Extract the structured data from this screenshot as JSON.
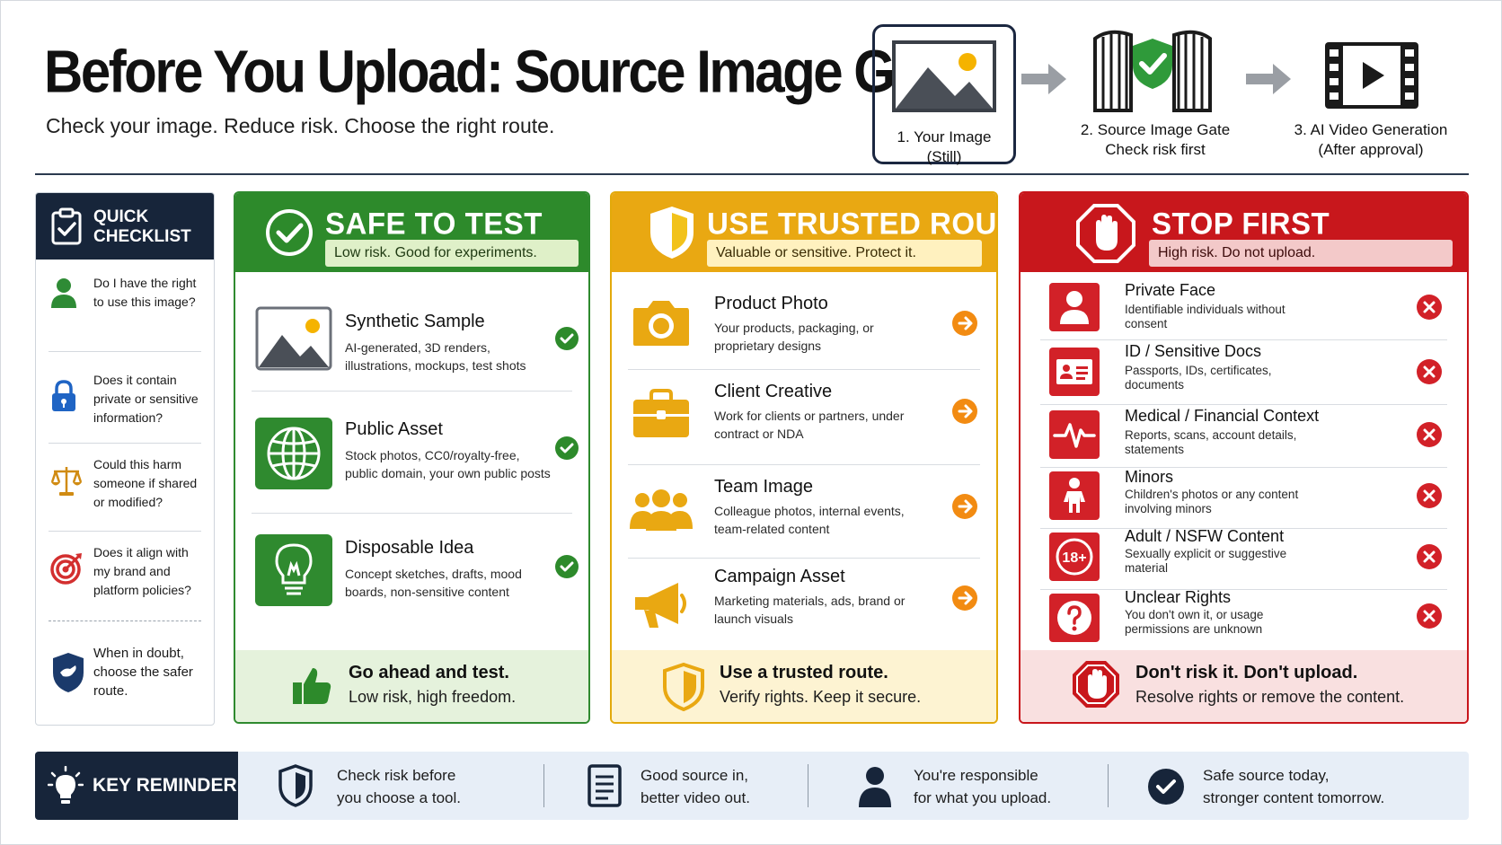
{
  "header": {
    "title": "Before You Upload: Source Image Gate",
    "subtitle": "Check your image. Reduce risk. Choose the right route."
  },
  "flow": [
    {
      "line1": "1. Your Image",
      "line2": "(Still)",
      "icon": "image-icon"
    },
    {
      "line1": "2. Source Image Gate",
      "line2": "Check risk first",
      "icon": "gate-icon"
    },
    {
      "line1": "3. AI Video Generation",
      "line2": "(After approval)",
      "icon": "video-film-icon"
    }
  ],
  "checklist": {
    "title_line1": "QUICK",
    "title_line2": "CHECKLIST",
    "items": [
      {
        "text": "Do I have the right to use this image?",
        "icon": "person-icon"
      },
      {
        "text": "Does it contain private or sensitive information?",
        "icon": "lock-icon"
      },
      {
        "text": "Could this harm someone if shared or modified?",
        "icon": "scales-icon"
      },
      {
        "text": "Does it align with my brand and platform policies?",
        "icon": "target-icon"
      }
    ],
    "doubt": {
      "text": "When in doubt, choose the safer route.",
      "icon": "shield-icon"
    }
  },
  "safe": {
    "title": "SAFE TO TEST",
    "tag": "Low risk. Good for experiments.",
    "rows": [
      {
        "title": "Synthetic Sample",
        "desc": "AI-generated, 3D renders, illustrations, mockups, test shots",
        "icon": "image-icon"
      },
      {
        "title": "Public Asset",
        "desc": "Stock photos, CC0/royalty-free, public domain, your own public posts",
        "icon": "globe-icon"
      },
      {
        "title": "Disposable Idea",
        "desc": "Concept sketches, drafts, mood boards, non-sensitive content",
        "icon": "lightbulb-icon"
      }
    ],
    "foot_line1": "Go ahead and test.",
    "foot_line2": "Low risk, high freedom.",
    "color": "#2d8a2b"
  },
  "trusted": {
    "title": "USE TRUSTED ROUTE",
    "tag": "Valuable or sensitive. Protect it.",
    "rows": [
      {
        "title": "Product Photo",
        "desc": "Your products, packaging, or proprietary designs",
        "icon": "camera-icon"
      },
      {
        "title": "Client Creative",
        "desc": "Work for clients or partners, under contract or NDA",
        "icon": "briefcase-icon"
      },
      {
        "title": "Team Image",
        "desc": "Colleague photos, internal events, team-related content",
        "icon": "team-icon"
      },
      {
        "title": "Campaign Asset",
        "desc": "Marketing materials, ads, brand or launch visuals",
        "icon": "megaphone-icon"
      }
    ],
    "foot_line1": "Use a trusted route.",
    "foot_line2": "Verify rights. Keep it secure.",
    "color": "#e9a812"
  },
  "stop": {
    "title": "STOP FIRST",
    "tag": "High risk. Do not upload.",
    "rows": [
      {
        "title": "Private Face",
        "desc": "Identifiable individuals without consent",
        "icon": "person-icon"
      },
      {
        "title": "ID / Sensitive Docs",
        "desc": "Passports, IDs, certificates, documents",
        "icon": "id-card-icon"
      },
      {
        "title": "Medical / Financial Context",
        "desc": "Reports, scans, account details, statements",
        "icon": "heartbeat-icon"
      },
      {
        "title": "Minors",
        "desc": "Children's photos or any content involving minors",
        "icon": "child-icon"
      },
      {
        "title": "Adult / NSFW Content",
        "desc": "Sexually explicit or suggestive material",
        "icon": "adult-18-icon"
      },
      {
        "title": "Unclear Rights",
        "desc": "You don't own it, or usage permissions are unknown",
        "icon": "question-icon"
      }
    ],
    "badge_18": "18+",
    "foot_line1": "Don't risk it. Don't upload.",
    "foot_line2": "Resolve rights or remove the content.",
    "color": "#c8171c"
  },
  "reminder": {
    "title": "KEY REMINDER",
    "items": [
      {
        "line1": "Check risk before",
        "line2": "you choose a tool.",
        "icon": "shield-icon"
      },
      {
        "line1": "Good source in,",
        "line2": "better video out.",
        "icon": "document-icon"
      },
      {
        "line1": "You're responsible",
        "line2": "for what you upload.",
        "icon": "person-icon"
      },
      {
        "line1": "Safe source today,",
        "line2": "stronger content tomorrow.",
        "icon": "check-circle-icon"
      }
    ]
  }
}
